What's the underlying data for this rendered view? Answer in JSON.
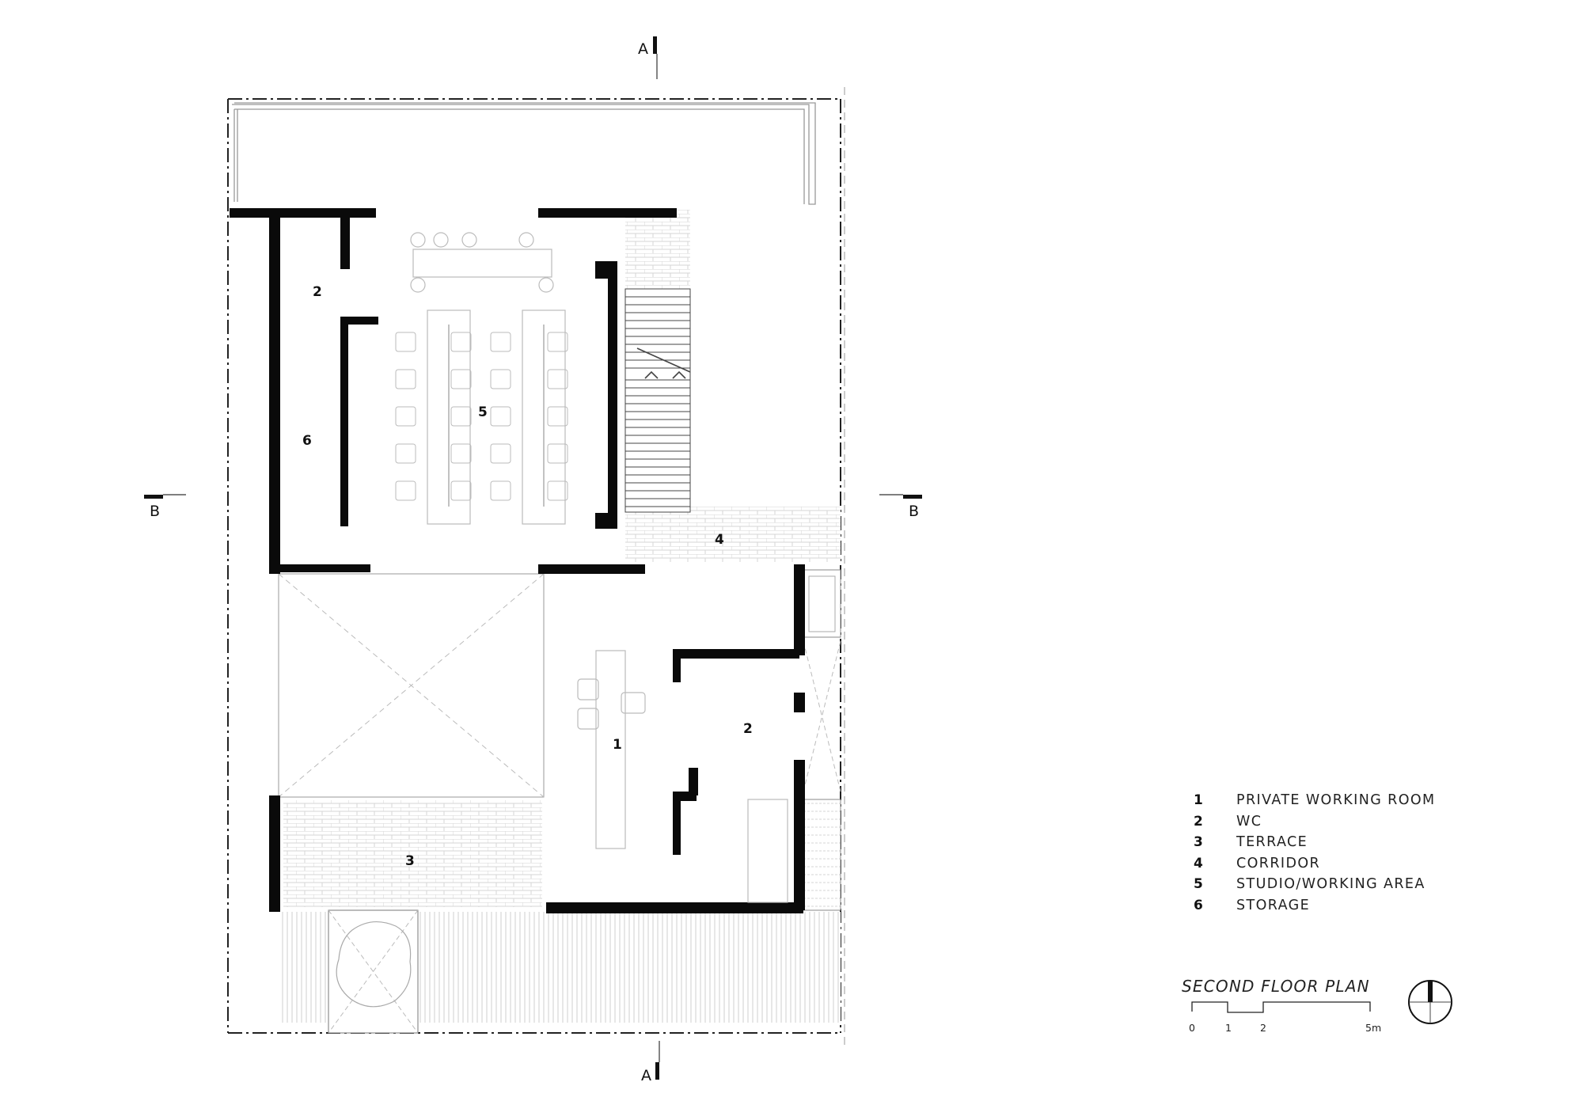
{
  "drawing": {
    "title": "SECOND FLOOR PLAN",
    "scale_bar": {
      "ticks": [
        "0",
        "1",
        "2",
        "5m"
      ]
    },
    "north_arrow": "north-arrow-icon"
  },
  "section_markers": {
    "a_top": "A",
    "a_bottom": "A",
    "b_left": "B",
    "b_right": "B"
  },
  "room_labels": [
    {
      "id": "1",
      "text": "1"
    },
    {
      "id": "2a",
      "text": "2"
    },
    {
      "id": "2b",
      "text": "2"
    },
    {
      "id": "3",
      "text": "3"
    },
    {
      "id": "4",
      "text": "4"
    },
    {
      "id": "5",
      "text": "5"
    },
    {
      "id": "6",
      "text": "6"
    }
  ],
  "legend": [
    {
      "num": "1",
      "label": "PRIVATE WORKING ROOM"
    },
    {
      "num": "2",
      "label": "WC"
    },
    {
      "num": "3",
      "label": "TERRACE"
    },
    {
      "num": "4",
      "label": "CORRIDOR"
    },
    {
      "num": "5",
      "label": "STUDIO/WORKING AREA"
    },
    {
      "num": "6",
      "label": "STORAGE"
    }
  ]
}
